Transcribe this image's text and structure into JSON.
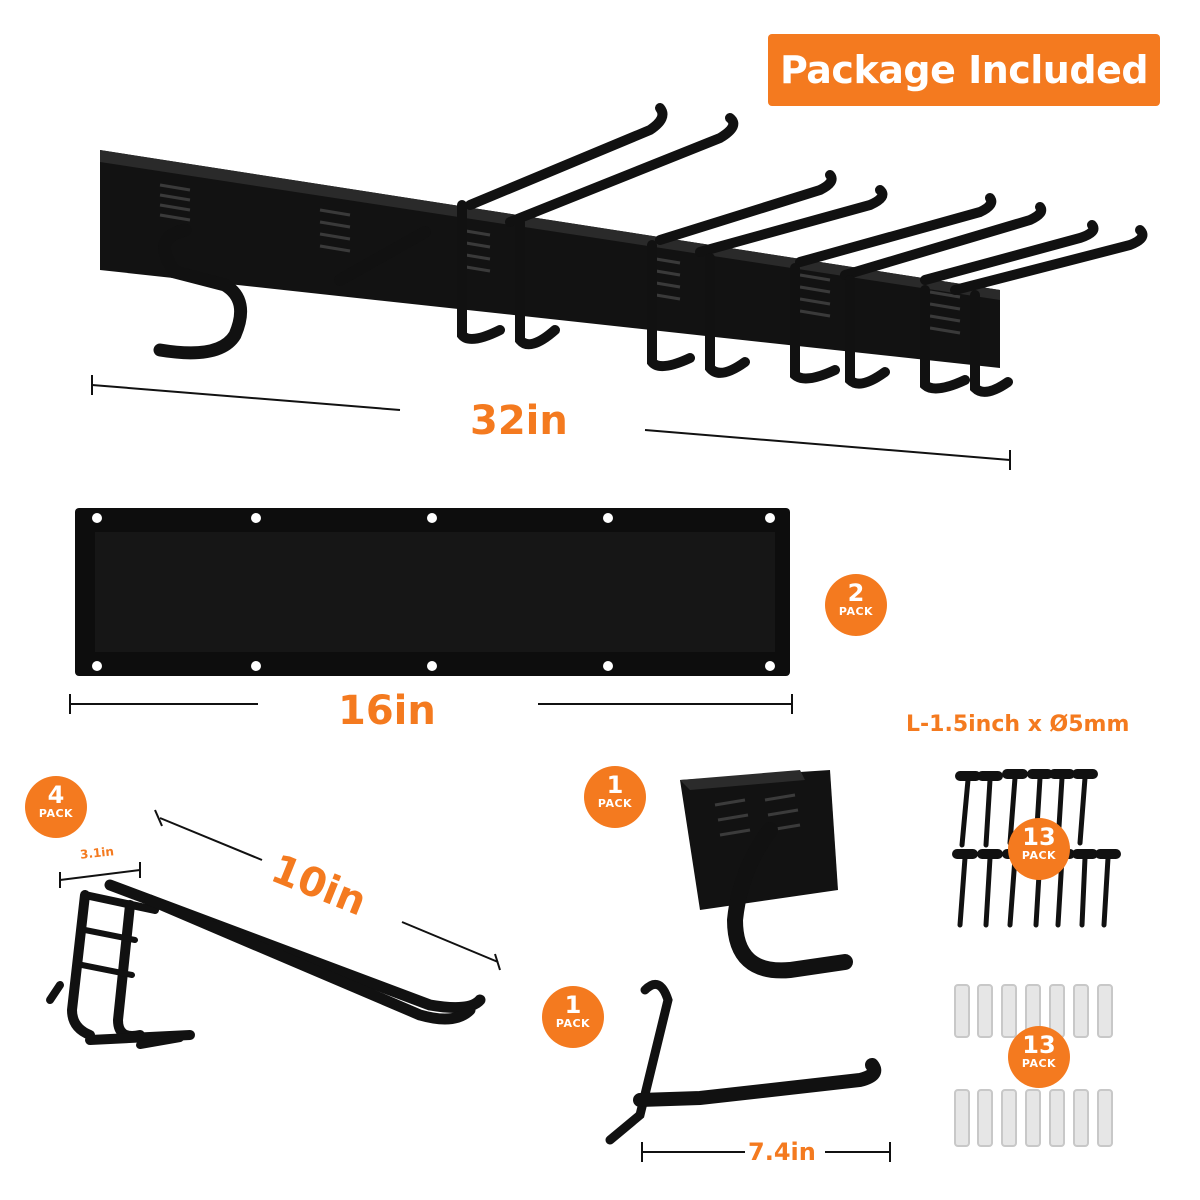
{
  "title": "Package Included",
  "colors": {
    "accent": "#f47a1f",
    "metal": "#111111",
    "plastic": "#e8e8e8"
  },
  "dimensions": {
    "rack_length": "32in",
    "rail_length": "16in",
    "hook_length": "10in",
    "hook_width": "3.1in",
    "small_hook_length": "7.4in",
    "screw_spec": "L-1.5inch x Ø5mm"
  },
  "badges": {
    "rail": {
      "count": "2",
      "label": "PACK"
    },
    "long_hook": {
      "count": "4",
      "label": "PACK"
    },
    "j_hook": {
      "count": "1",
      "label": "PACK"
    },
    "l_hook": {
      "count": "1",
      "label": "PACK"
    },
    "screws": {
      "count": "13",
      "label": "PACK"
    },
    "anchors": {
      "count": "13",
      "label": "PACK"
    }
  }
}
